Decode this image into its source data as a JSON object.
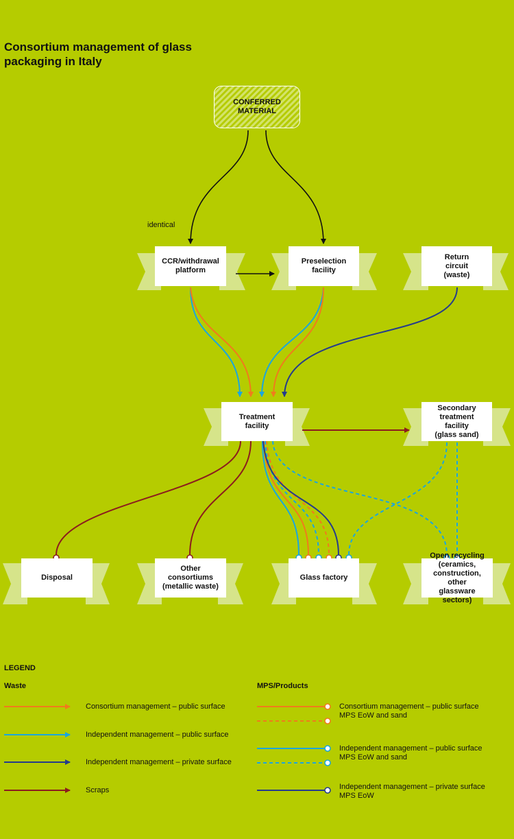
{
  "title": {
    "line1": "Consortium management of glass",
    "line2": "packaging in Italy"
  },
  "colors": {
    "background": "#b5cc00",
    "band": "#d6e48a",
    "consortium_public": "#f07b1c",
    "independent_public": "#1aa6df",
    "independent_private": "#253c8c",
    "scraps": "#8c1d1d",
    "black": "#111111"
  },
  "nodes": {
    "conferred": "CONFERRED\nMATERIAL",
    "ccr": "CCR/withdrawal\nplatform",
    "preselection": "Preselection\nfacility",
    "return": "Return\ncircuit\n(waste)",
    "treatment": "Treatment\nfacility",
    "secondary": "Secondary\ntreatment\nfacility\n(glass sand)",
    "disposal": "Disposal",
    "other": "Other consortiums\n(metallic waste)",
    "glass": "Glass factory",
    "open": "Open recycling\n(ceramics,\nconstruction, other\nglassware sectors)"
  },
  "identical_label": "identical",
  "legend": {
    "title": "LEGEND",
    "waste_heading": "Waste",
    "mps_heading": "MPS/Products",
    "waste": [
      "Consortium management – public surface",
      "Independent management – public surface",
      "Independent management – private surface",
      "Scraps"
    ],
    "mps": [
      {
        "line1": "Consortium management – public surface",
        "line2": "MPS EoW and sand"
      },
      {
        "line1": "Independent management – public surface",
        "line2": "MPS EoW and sand"
      },
      {
        "line1": "Independent management – private surface",
        "line2": "MPS EoW"
      }
    ]
  }
}
